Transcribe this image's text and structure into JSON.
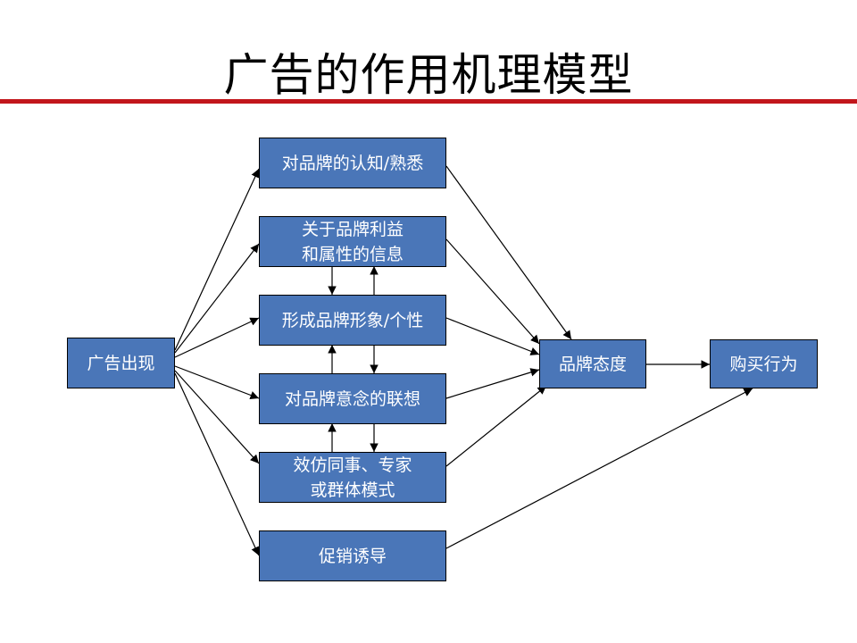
{
  "title": "广告的作用机理模型",
  "colors": {
    "box_fill": "#4a76b8",
    "box_border": "#000000",
    "rule": "#c2161c",
    "arrow": "#000000"
  },
  "nodes": {
    "ad": {
      "lines": [
        "广告出现"
      ]
    },
    "awareness": {
      "lines": [
        "对品牌的认知/熟悉"
      ]
    },
    "info": {
      "lines": [
        "关于品牌利益",
        "和属性的信息"
      ]
    },
    "image": {
      "lines": [
        "形成品牌形象/个性"
      ]
    },
    "association": {
      "lines": [
        "对品牌意念的联想"
      ]
    },
    "peer": {
      "lines": [
        "效仿同事、专家",
        "或群体模式"
      ]
    },
    "promo": {
      "lines": [
        "促销诱导"
      ]
    },
    "attitude": {
      "lines": [
        "品牌态度"
      ]
    },
    "purchase": {
      "lines": [
        "购买行为"
      ]
    }
  }
}
